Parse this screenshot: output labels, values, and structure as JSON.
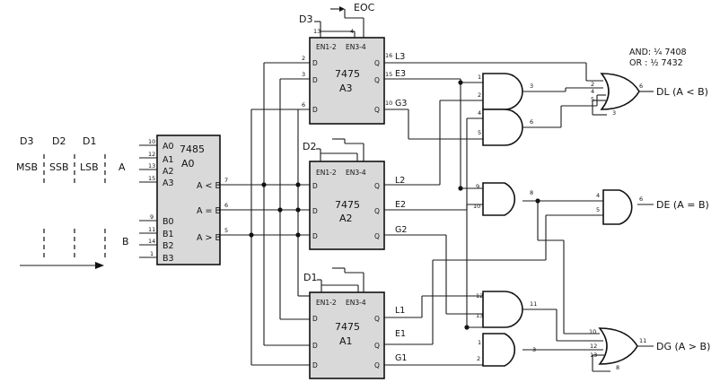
{
  "legend": {
    "and_line": "AND: ¼ 7408",
    "or_line": "OR  : ½ 7432"
  },
  "eoc": "EOC",
  "inputs_header": {
    "d_labels": [
      "D3",
      "D2",
      "D1"
    ],
    "significance": [
      "MSB",
      "SSB",
      "LSB"
    ],
    "a_label": "A",
    "b_label": "B"
  },
  "comparator": {
    "part": "7485",
    "ref": "A0",
    "a_pins": [
      "A0",
      "A1",
      "A2",
      "A3"
    ],
    "b_pins": [
      "B0",
      "B1",
      "B2",
      "B3"
    ],
    "a_pin_nums": [
      "10",
      "12",
      "13",
      "15"
    ],
    "b_pin_nums": [
      "9",
      "11",
      "14",
      "1"
    ],
    "outputs": [
      "A < B",
      "A = B",
      "A > B"
    ],
    "output_pin_nums": [
      "7",
      "6",
      "5"
    ]
  },
  "latches": [
    {
      "part": "7475",
      "ref": "A3",
      "enable": [
        "EN1-2",
        "EN3-4"
      ],
      "d_input": "D3",
      "outputs": [
        "L3",
        "E3",
        "G3"
      ],
      "q_pin_nums": [
        "16",
        "15",
        "10"
      ]
    },
    {
      "part": "7475",
      "ref": "A2",
      "enable": [
        "EN1-2",
        "EN3-4"
      ],
      "d_input": "D2",
      "outputs": [
        "L2",
        "E2",
        "G2"
      ]
    },
    {
      "part": "7475",
      "ref": "A1",
      "enable": [
        "EN1-2",
        "EN3-4"
      ],
      "d_input": "D1",
      "outputs": [
        "L1",
        "E1",
        "G1"
      ]
    }
  ],
  "latch_a3_pins": {
    "top": [
      "13",
      "4"
    ],
    "d": [
      "2",
      "3",
      "6"
    ]
  },
  "outputs": {
    "dl": "DL (A < B)",
    "de": "DE (A = B)",
    "dg": "DG (A > B)"
  },
  "gate_pins": {
    "and1": [
      "1",
      "2",
      "3"
    ],
    "and2": [
      "4",
      "5",
      "6"
    ],
    "and3": [
      "9",
      "10",
      "8"
    ],
    "and4": [
      "12",
      "13",
      "11"
    ],
    "and5": [
      "1",
      "2",
      "3"
    ],
    "or_dl": [
      "2",
      "4",
      "5",
      "3",
      "6"
    ],
    "or_de": [
      "4",
      "5",
      "6"
    ],
    "or_dg": [
      "10",
      "12",
      "13",
      "8",
      "11"
    ]
  }
}
